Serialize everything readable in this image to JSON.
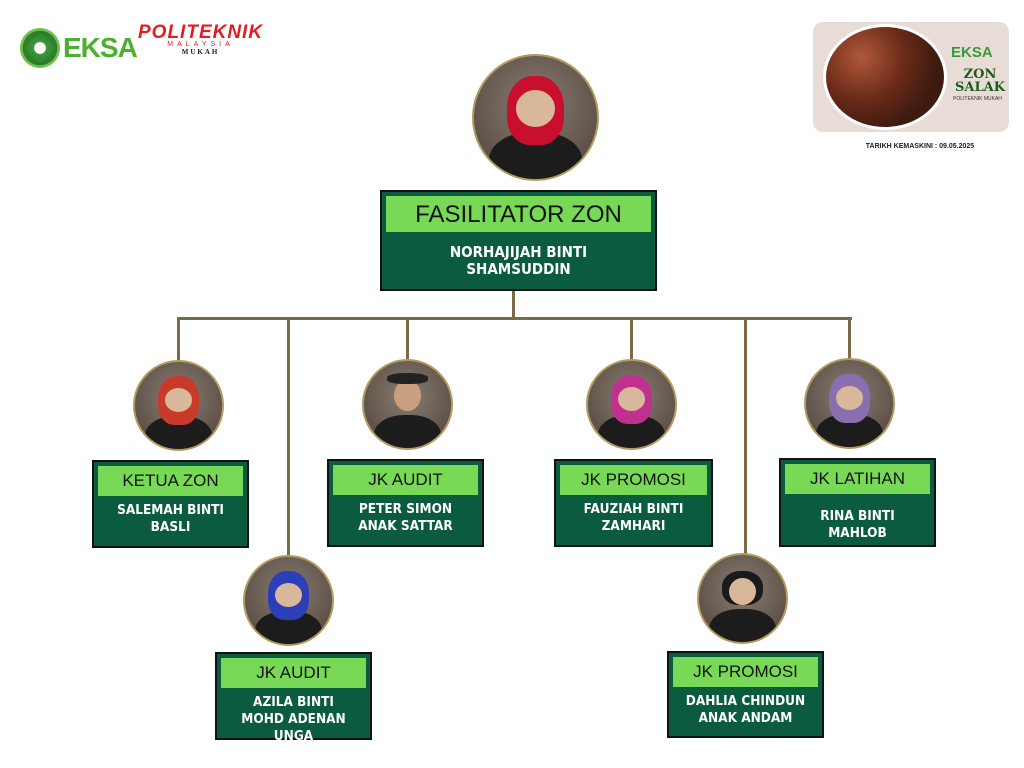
{
  "header": {
    "logo_eksa": "EKSA",
    "logo_politeknik": {
      "title": "POLITEKNIK",
      "country": "MALAYSIA",
      "campus": "MUKAH"
    },
    "zone_badge": {
      "logo": "EKSA",
      "zone_name": "ZON SALAK",
      "subtitle": "POLITEKNIK MUKAH"
    },
    "updated": "TARIKH KEMASKINI : 09.05.2025"
  },
  "colors": {
    "card": "#0b5b3e",
    "role": "#78d957",
    "line": "#7d6b45"
  },
  "facilitator": {
    "role": "FASILITATOR ZON",
    "name": "NORHAJIJAH BINTI SHAMSUDDIN"
  },
  "members": [
    {
      "role": "KETUA ZON",
      "name": "SALEMAH BINTI BASLI"
    },
    {
      "role": "JK AUDIT",
      "name": "AZILA BINTI MOHD ADENAN UNGA"
    },
    {
      "role": "JK AUDIT",
      "name": "PETER SIMON ANAK SATTAR"
    },
    {
      "role": "JK PROMOSI",
      "name": "FAUZIAH BINTI ZAMHARI"
    },
    {
      "role": "JK PROMOSI",
      "name": "DAHLIA CHINDUN ANAK ANDAM"
    },
    {
      "role": "JK LATIHAN",
      "name": "RINA BINTI MAHLOB"
    }
  ]
}
